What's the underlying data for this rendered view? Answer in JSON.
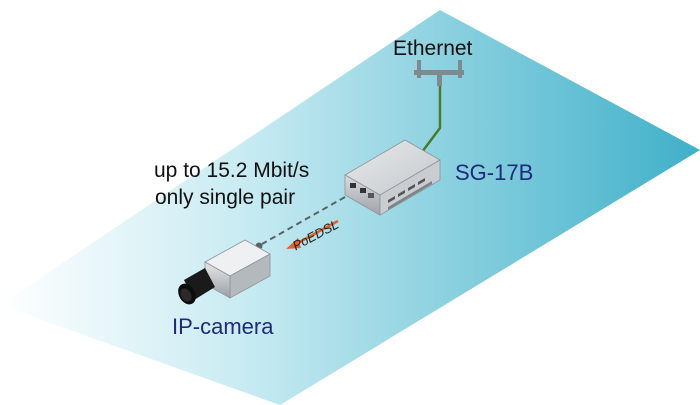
{
  "labels": {
    "ethernet": "Ethernet",
    "device": "SG-17B",
    "speed": "up to 15.2 Mbit/s",
    "pair": "only single pair",
    "protocol": "PoEDSL",
    "camera": "IP-camera"
  },
  "colors": {
    "plane_light": "#eef8fb",
    "plane_dark": "#3fb0c9",
    "device_body": "#bfc3c7",
    "cable_green": "#4a7a2a",
    "arrow_orange": "#e0632a",
    "label_blue": "#1f2a7a"
  },
  "icons": {
    "device": "switch-box-icon",
    "camera": "ip-camera-icon",
    "ethernet": "network-connector-icon"
  }
}
